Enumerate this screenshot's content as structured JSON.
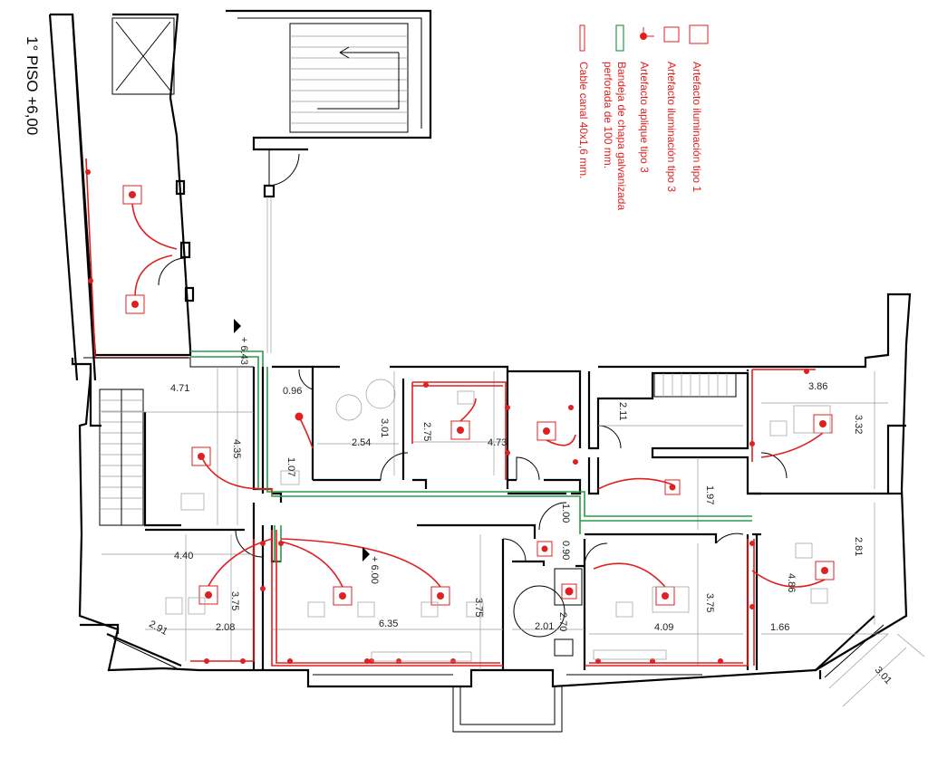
{
  "floor_title": "1° PISO +6,00",
  "levels": {
    "level_upper": "+ 6.43",
    "level_main": "+ 6.00"
  },
  "legend": {
    "item1": "Artefacto iluminación tipo 1",
    "item2": "Artefacto iluminación tipo 3",
    "item3": "Artefacto aplique tipo 3",
    "item4a": "Bandeja de chapa galvanizada",
    "item4b": "perforada de 100 mm.",
    "item5": "Cable canal 40x1,6 mm."
  },
  "dimensions": {
    "d1": "4.71",
    "d2": "4.35",
    "d3": "0.96",
    "d4": "1.07",
    "d5": "2.54",
    "d6": "3.01",
    "d7": "2.75",
    "d8": "4.73",
    "d9": "2.11",
    "d10": "3.86",
    "d11": "3.32",
    "d12": "4.40",
    "d13": "3.75",
    "d14": "2.08",
    "d15": "2.91",
    "d16": "6.35",
    "d17": "3.75",
    "d18": "1.00",
    "d19": "0.90",
    "d20": "2.01",
    "d21": "2.70",
    "d22": "4.09",
    "d23": "3.75",
    "d24": "1.97",
    "d25": "2.81",
    "d26": "4.86",
    "d27": "1.66",
    "d28": "3.01"
  },
  "colors": {
    "electrical": "#e02020",
    "tray": "#2a9a4a",
    "walls": "#000000"
  },
  "icons": [
    "light-fixture-type1-icon",
    "light-fixture-type3-icon",
    "wall-sconce-icon",
    "cable-tray-icon",
    "cable-channel-icon"
  ]
}
